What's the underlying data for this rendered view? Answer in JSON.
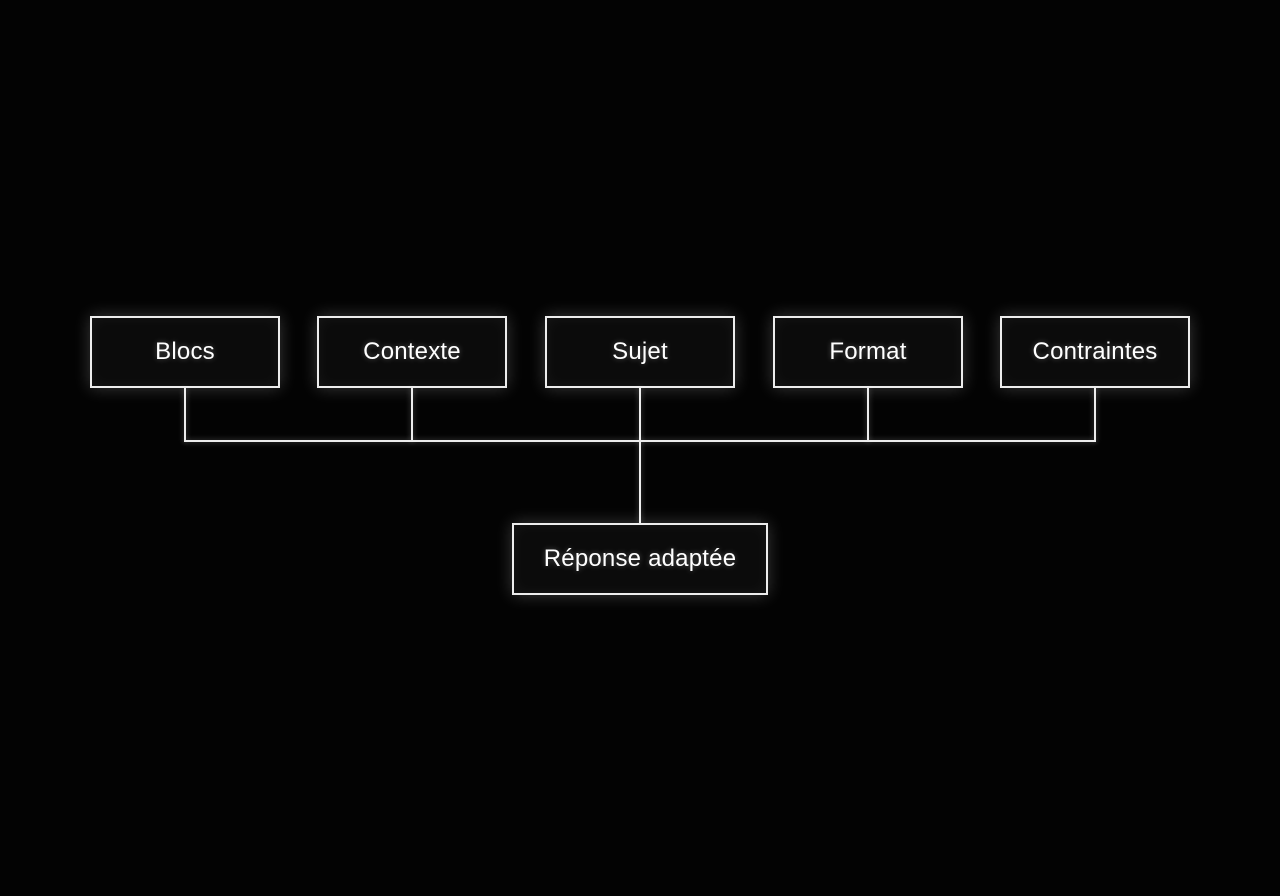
{
  "diagram": {
    "type": "flowchart",
    "direction": "top-down",
    "inputs": [
      {
        "id": "blocs",
        "label": "Blocs"
      },
      {
        "id": "contexte",
        "label": "Contexte"
      },
      {
        "id": "sujet",
        "label": "Sujet"
      },
      {
        "id": "format",
        "label": "Format"
      },
      {
        "id": "contraintes",
        "label": "Contraintes"
      }
    ],
    "output": {
      "id": "reponse-adaptee",
      "label": "Réponse adaptée"
    },
    "edges": [
      {
        "from": "blocs",
        "to": "reponse-adaptee"
      },
      {
        "from": "contexte",
        "to": "reponse-adaptee"
      },
      {
        "from": "sujet",
        "to": "reponse-adaptee"
      },
      {
        "from": "format",
        "to": "reponse-adaptee"
      },
      {
        "from": "contraintes",
        "to": "reponse-adaptee"
      }
    ],
    "colors": {
      "background": "#030303",
      "node_border": "#ededed",
      "node_fill": "#0b0b0b",
      "line": "#ededed",
      "text": "#ffffff"
    }
  }
}
